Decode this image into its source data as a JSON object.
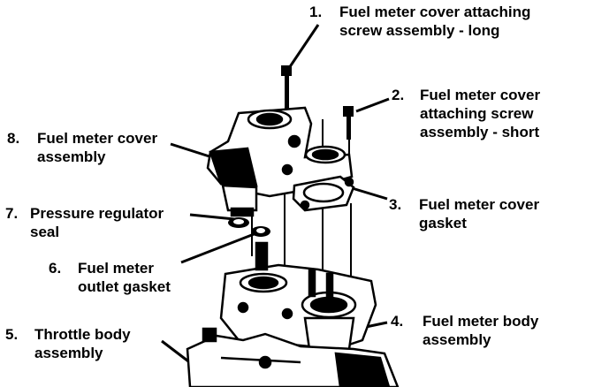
{
  "labels": [
    {
      "number": "1.",
      "lines": [
        "Fuel meter cover attaching",
        "screw assembly - long"
      ]
    },
    {
      "number": "2.",
      "lines": [
        "Fuel meter cover",
        "attaching screw",
        "assembly - short"
      ]
    },
    {
      "number": "3.",
      "lines": [
        "Fuel meter cover",
        "gasket"
      ]
    },
    {
      "number": "4.",
      "lines": [
        "Fuel meter body",
        "assembly"
      ]
    },
    {
      "number": "5.",
      "lines": [
        "Throttle body",
        "assembly"
      ]
    },
    {
      "number": "6.",
      "lines": [
        "Fuel meter",
        "outlet gasket"
      ]
    },
    {
      "number": "7.",
      "lines": [
        "Pressure regulator",
        "seal"
      ]
    },
    {
      "number": "8.",
      "lines": [
        "Fuel meter cover",
        "assembly"
      ]
    }
  ],
  "colors": {
    "ink": "#000000",
    "paper": "#ffffff"
  }
}
